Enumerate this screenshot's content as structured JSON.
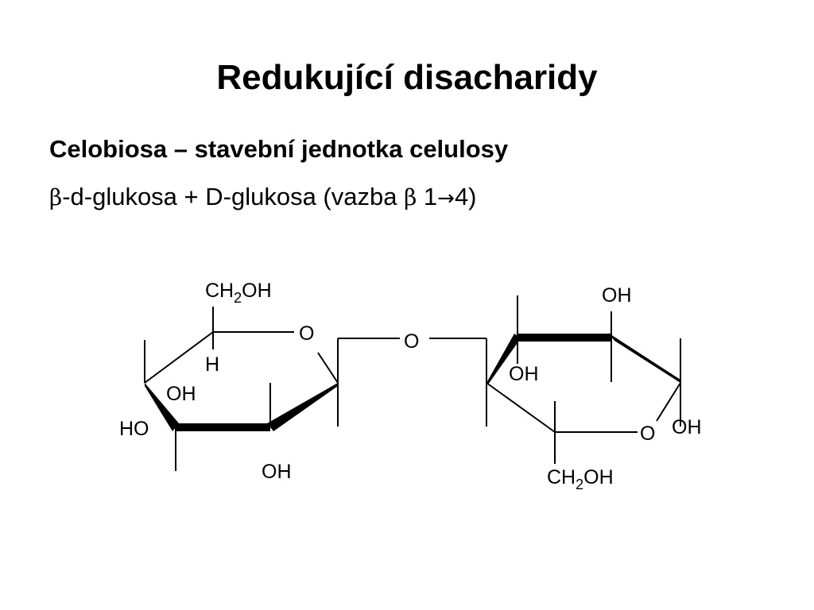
{
  "slide": {
    "title": "Redukující disacharidy",
    "subtitle": "Celobiosa – stavební jednotka celulosy",
    "formula": {
      "beta_symbol": "β",
      "part1": "-d-glukosa + D-glukosa (vazba ",
      "beta_symbol_2": "β",
      "part2": " 1",
      "arrow": "→",
      "part3": "4)"
    }
  },
  "diagram": {
    "left_ring": {
      "ch2oh_prefix": "CH",
      "ch2oh_sub": "2",
      "ch2oh_suffix": "OH",
      "ring_oxygen": "O",
      "h_label": "H",
      "oh_upper": "OH",
      "ho_left": "HO",
      "oh_bottom": "OH"
    },
    "bridge_oxygen": "O",
    "right_ring": {
      "oh_top": "OH",
      "oh_inner": "OH",
      "ring_oxygen": "O",
      "oh_right": "OH",
      "ch2oh_prefix": "CH",
      "ch2oh_sub": "2",
      "ch2oh_suffix": "OH"
    }
  }
}
